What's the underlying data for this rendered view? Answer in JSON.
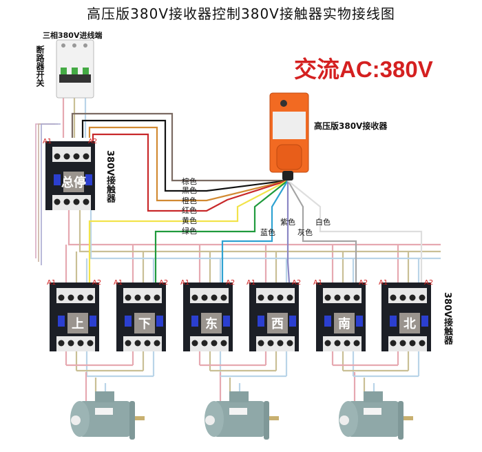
{
  "title": "高压版380V接收器控制380V接触器实物接线图",
  "input_label": "三相380V进线端",
  "breaker_label": "断路器开关",
  "ac_label": "交流AC:380V",
  "receiver_label": "高压版380V接收器",
  "contactor_side_label": "380V接触器",
  "main_contactor": {
    "label": "总停",
    "a1": "A1",
    "a2": "A2"
  },
  "wire_colors": [
    {
      "label": "棕色",
      "color": "#7a6a62"
    },
    {
      "label": "黑色",
      "color": "#111111"
    },
    {
      "label": "橙色",
      "color": "#d28a32"
    },
    {
      "label": "红色",
      "color": "#c8282a"
    },
    {
      "label": "黄色",
      "color": "#f2e34a"
    },
    {
      "label": "绿色",
      "color": "#1f9a3c"
    },
    {
      "label": "蓝色",
      "color": "#2ea2d2"
    },
    {
      "label": "紫色",
      "color": "#8a86c4"
    },
    {
      "label": "灰色",
      "color": "#a4a4a4"
    },
    {
      "label": "白色",
      "color": "#dedede"
    }
  ],
  "contactors": [
    {
      "label": "上",
      "a1": "A1",
      "a2": "A2"
    },
    {
      "label": "下",
      "a1": "A1",
      "a2": "A2"
    },
    {
      "label": "东",
      "a1": "A1",
      "a2": "A2"
    },
    {
      "label": "西",
      "a1": "A1",
      "a2": "A2"
    },
    {
      "label": "南",
      "a1": "A1",
      "a2": "A2"
    },
    {
      "label": "北",
      "a1": "A1",
      "a2": "A2"
    }
  ],
  "motors": [
    "motor-1",
    "motor-2",
    "motor-3"
  ]
}
